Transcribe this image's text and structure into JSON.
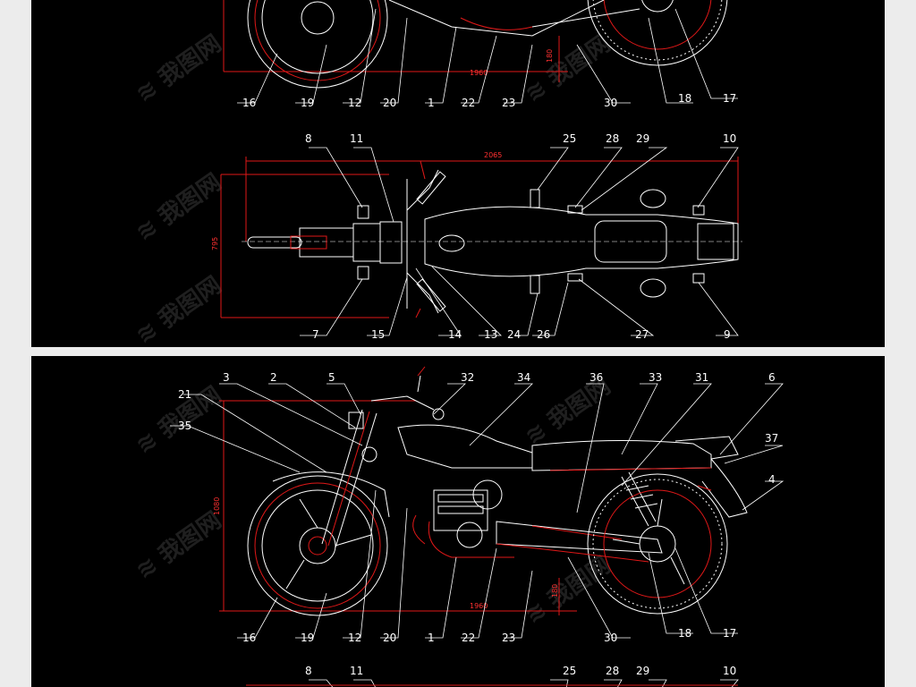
{
  "side_view_top": {
    "callouts_bottom": [
      "16",
      "19",
      "12",
      "20",
      "1",
      "22",
      "23",
      "30",
      "18",
      "17"
    ],
    "dim_length": "1960",
    "dim_wheel": "180"
  },
  "plan_view": {
    "callouts_top": [
      "8",
      "11",
      "25",
      "28",
      "29",
      "10"
    ],
    "callouts_bottom": [
      "7",
      "15",
      "14",
      "13",
      "24",
      "26",
      "27",
      "9"
    ],
    "dim_total_length": "2065",
    "dim_width": "795"
  },
  "side_view_bottom": {
    "callouts_top": [
      "21",
      "35",
      "3",
      "2",
      "5",
      "32",
      "34",
      "36",
      "33",
      "31",
      "6",
      "37",
      "4"
    ],
    "callouts_bottom": [
      "16",
      "19",
      "12",
      "20",
      "1",
      "22",
      "23",
      "30",
      "18",
      "17"
    ],
    "dim_length": "1960",
    "dim_height": "1080",
    "dim_wheel": "180"
  },
  "plan_view_partial": {
    "callouts_top": [
      "8",
      "11",
      "25",
      "28",
      "29",
      "10"
    ]
  },
  "colors": {
    "background": "#000000",
    "frame": "#ececec",
    "dimension": "#e01818",
    "line": "#ffffff"
  }
}
